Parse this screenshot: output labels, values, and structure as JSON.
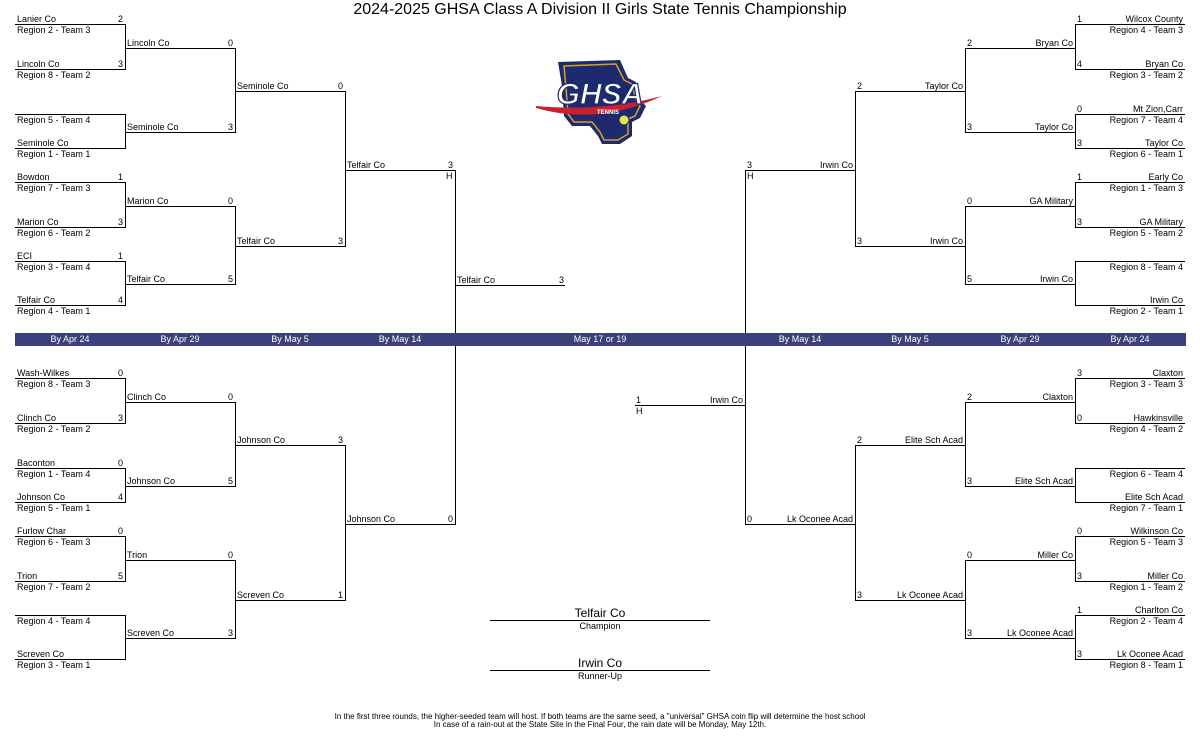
{
  "title": "2024-2025 GHSA Class A Division II Girls State Tennis Championship",
  "logo": {
    "icon": "ghsa-tennis-logo",
    "text": "GHSA",
    "subtext": "TENNIS",
    "colors": {
      "navy": "#1d2a6e",
      "red": "#c8202d",
      "gold": "#d4a02a"
    }
  },
  "rounds": [
    "By Apr 24",
    "By Apr 29",
    "By May 5",
    "By May 14",
    "May 17 or 19",
    "By May 14",
    "By May 5",
    "By Apr 29",
    "By Apr 24"
  ],
  "host_mark": "H",
  "left_top": [
    {
      "name": "Lanier Co",
      "seed": "Region 2 -  Team 3",
      "score": "2"
    },
    {
      "name": "Lincoln Co",
      "seed": "Region 8 -  Team 2",
      "score": "3"
    },
    {
      "name": "",
      "seed": "Region 5 -  Team 4",
      "score": ""
    },
    {
      "name": "Seminole Co",
      "seed": "Region 1 -  Team 1",
      "score": ""
    },
    {
      "name": "Bowdon",
      "seed": "Region 7 -  Team 3",
      "score": "1"
    },
    {
      "name": "Marion Co",
      "seed": "Region 6 -  Team 2",
      "score": "3"
    },
    {
      "name": "ECI",
      "seed": "Region 3 -  Team 4",
      "score": "1"
    },
    {
      "name": "Telfair Co",
      "seed": "Region 4 -  Team 1",
      "score": "4"
    }
  ],
  "left_top_r2": [
    {
      "name": "Lincoln Co",
      "score": "0"
    },
    {
      "name": "Seminole Co",
      "score": "3"
    },
    {
      "name": "Marion Co",
      "score": "0"
    },
    {
      "name": "Telfair Co",
      "score": "5"
    }
  ],
  "left_top_r3": [
    {
      "name": "Seminole Co",
      "score": "0"
    },
    {
      "name": "Telfair Co",
      "score": "3"
    }
  ],
  "left_top_r4": {
    "name": "Telfair Co",
    "score": "3"
  },
  "left_bottom": [
    {
      "name": "Wash-Wilkes",
      "seed": "Region 8 -  Team 3",
      "score": "0"
    },
    {
      "name": "Clinch  Co",
      "seed": "Region 2 -  Team 2",
      "score": "3"
    },
    {
      "name": "Baconton",
      "seed": "Region 1 -  Team 4",
      "score": "0"
    },
    {
      "name": "Johnson Co",
      "seed": "Region 5 -  Team 1",
      "score": "4"
    },
    {
      "name": "Furlow Char",
      "seed": "Region 6 -  Team 3",
      "score": "0"
    },
    {
      "name": "Trion",
      "seed": "Region 7 -  Team 2",
      "score": "5"
    },
    {
      "name": "",
      "seed": "Region 4 -  Team 4",
      "score": ""
    },
    {
      "name": "Screven Co",
      "seed": "Region 3 -  Team 1",
      "score": ""
    }
  ],
  "left_bottom_r2": [
    {
      "name": "Clinch  Co",
      "score": "0"
    },
    {
      "name": "Johnson Co",
      "score": "5"
    },
    {
      "name": "Trion",
      "score": "0"
    },
    {
      "name": "Screven Co",
      "score": "3"
    }
  ],
  "left_bottom_r3": [
    {
      "name": "Johnson Co",
      "score": "3"
    },
    {
      "name": "Screven Co",
      "score": "1"
    }
  ],
  "left_bottom_r4": {
    "name": "Johnson Co",
    "score": "0"
  },
  "final_left": {
    "name": "Telfair Co",
    "score": "3"
  },
  "right_top": [
    {
      "name": "Wilcox County",
      "seed": "Region 4 -  Team 3",
      "score": "1"
    },
    {
      "name": "Bryan Co",
      "seed": "Region 3 -  Team 2",
      "score": "4"
    },
    {
      "name": "Mt Zion,Carr",
      "seed": "Region 7 -  Team 4",
      "score": "0"
    },
    {
      "name": "Taylor Co",
      "seed": "Region 6 -  Team 1",
      "score": "3"
    },
    {
      "name": "Early Co",
      "seed": "Region 1 -  Team 3",
      "score": "1"
    },
    {
      "name": "GA Military",
      "seed": "Region 5 -  Team 2",
      "score": "3"
    },
    {
      "name": "",
      "seed": "Region 8 -  Team 4",
      "score": ""
    },
    {
      "name": "Irwin Co",
      "seed": "Region 2 -  Team 1",
      "score": ""
    }
  ],
  "right_top_r2": [
    {
      "name": "Bryan Co",
      "score": "2"
    },
    {
      "name": "Taylor Co",
      "score": "3"
    },
    {
      "name": "GA Military",
      "score": "0"
    },
    {
      "name": "Irwin Co",
      "score": "5"
    }
  ],
  "right_top_r3": [
    {
      "name": "Taylor Co",
      "score": "2"
    },
    {
      "name": "Irwin Co",
      "score": "3"
    }
  ],
  "right_top_r4": {
    "name": "Irwin Co",
    "score": "3"
  },
  "right_bottom": [
    {
      "name": "Claxton",
      "seed": "Region 3 -  Team 3",
      "score": "3"
    },
    {
      "name": "Hawkinsville",
      "seed": "Region 4 -  Team 2",
      "score": "0"
    },
    {
      "name": "",
      "seed": "Region 6 -  Team 4",
      "score": ""
    },
    {
      "name": "Elite Sch Acad",
      "seed": "Region 7 -  Team 1",
      "score": ""
    },
    {
      "name": "Wilkinson Co",
      "seed": "Region 5 -  Team 3",
      "score": "0"
    },
    {
      "name": "Miller Co",
      "seed": "Region 1 -  Team 2",
      "score": "3"
    },
    {
      "name": "Charlton Co",
      "seed": "Region 2 -  Team 4",
      "score": "1"
    },
    {
      "name": "Lk Oconee Acad",
      "seed": "Region 8 -  Team 1",
      "score": "3"
    }
  ],
  "right_bottom_r2": [
    {
      "name": "Claxton",
      "score": "2"
    },
    {
      "name": "Elite Sch Acad",
      "score": "3"
    },
    {
      "name": "Miller Co",
      "score": "0"
    },
    {
      "name": "Lk Oconee Acad",
      "score": "3"
    }
  ],
  "right_bottom_r3": [
    {
      "name": "Elite Sch Acad",
      "score": "2"
    },
    {
      "name": "Lk Oconee Acad",
      "score": "3"
    }
  ],
  "right_bottom_r4": {
    "name": "Lk Oconee Acad",
    "score": "0"
  },
  "final_right": {
    "name": "Irwin Co",
    "score": "1"
  },
  "champion": {
    "name": "Telfair Co",
    "label": "Champion"
  },
  "runner_up": {
    "name": "Irwin Co",
    "label": "Runner-Up"
  },
  "notes": [
    "In the first three rounds, the higher-seeded team will host.  If both teams are the same seed, a \"universal\" GHSA coin flip will determine the host school",
    "In case of a rain-out at the State Site in the Final Four, the rain date will be Monday, May 12th."
  ]
}
